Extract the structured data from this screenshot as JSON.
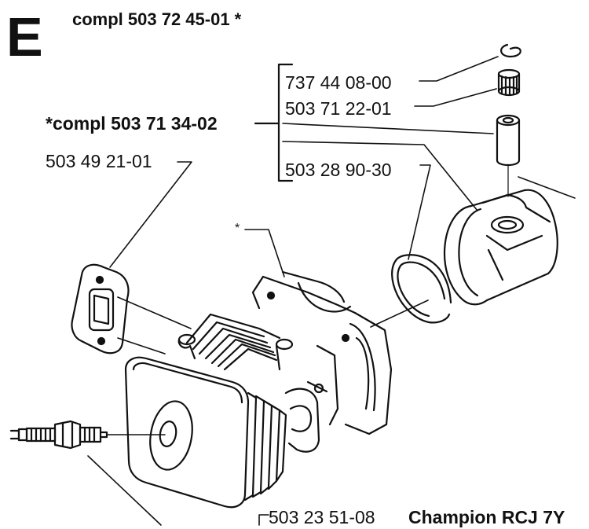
{
  "section": {
    "letter": "E"
  },
  "assembly": {
    "top_label": "compl 503 72 45-01 *",
    "piston_kit_label": "*compl 503 71 34-02"
  },
  "parts": {
    "retaining_ring": "737 44 08-00",
    "needle_bearing": "503 71 22-01",
    "gasket": "503 49 21-01",
    "piston_ring": "503 28 90-30",
    "cylinder_marker": "*",
    "spark_plug": "503 23 51-08",
    "spark_plug_type": "Champion RCJ 7Y"
  }
}
